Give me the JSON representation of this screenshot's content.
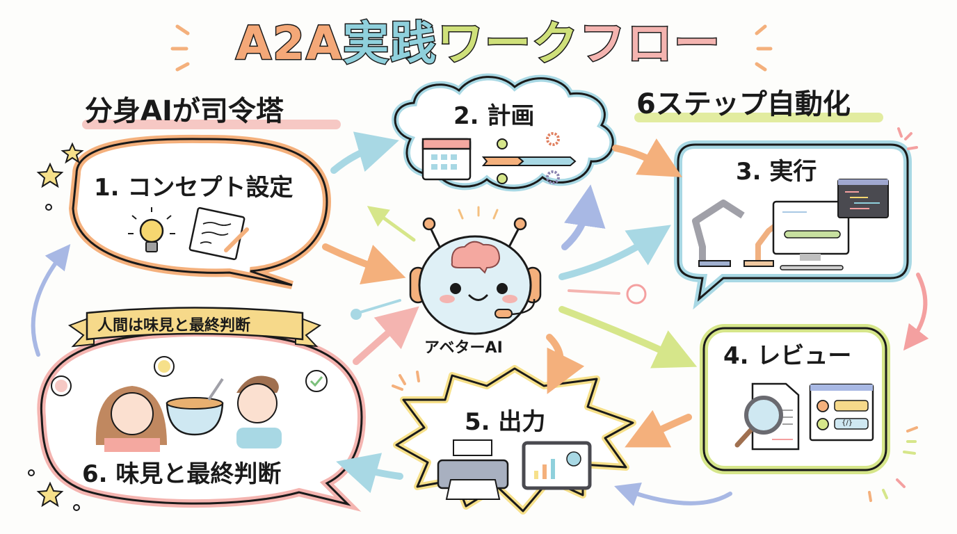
{
  "title": {
    "parts": [
      "A2A",
      "実践",
      "ワーク",
      "フロー"
    ],
    "colors": [
      "#f4a878",
      "#8fd0dc",
      "#cfe07a",
      "#f4b4b0"
    ]
  },
  "subtitles": {
    "left": "分身AIが司令塔",
    "right": "6ステップ自動化",
    "left_underline": "#f4b4b0",
    "right_underline": "#d6e68a"
  },
  "center": {
    "label": "アベターAI",
    "icon": "robot-brain-avatar-icon"
  },
  "steps": [
    {
      "number": "1",
      "label": "1. コンセプト設定",
      "shape": "speech-bubble",
      "border_color": "#f4b07c",
      "icons": [
        "lightbulb-icon",
        "notepad-pencil-icon"
      ]
    },
    {
      "number": "2",
      "label": "2. 計画",
      "shape": "cloud",
      "border_color": "#a8d8e4",
      "icons": [
        "calendar-icon",
        "timeline-icon",
        "gear-icon"
      ]
    },
    {
      "number": "3",
      "label": "3. 実行",
      "shape": "rounded-bubble",
      "border_color": "#a8d8e4",
      "icons": [
        "robot-arm-icon",
        "monitor-progress-icon",
        "code-window-icon"
      ]
    },
    {
      "number": "4",
      "label": "4. レビュー",
      "shape": "rounded-rect",
      "border_color": "#d6e68a",
      "icons": [
        "magnifier-document-icon",
        "chat-review-window-icon"
      ],
      "chat_code": "{/}"
    },
    {
      "number": "5",
      "label": "5. 出力",
      "shape": "starburst",
      "border_color": "#f6e08a",
      "icons": [
        "printer-icon",
        "dashboard-tablet-icon"
      ]
    },
    {
      "number": "6",
      "label": "6. 味見と最終判断",
      "shape": "speech-bubble",
      "border_color": "#f4b4b0",
      "icons": [
        "girl-tasting-icon",
        "soup-bowl-icon",
        "boy-thumbs-up-icon",
        "check-bubble-icon",
        "smile-bubble-icon"
      ],
      "banner": "人間は味見と最終判断"
    }
  ]
}
